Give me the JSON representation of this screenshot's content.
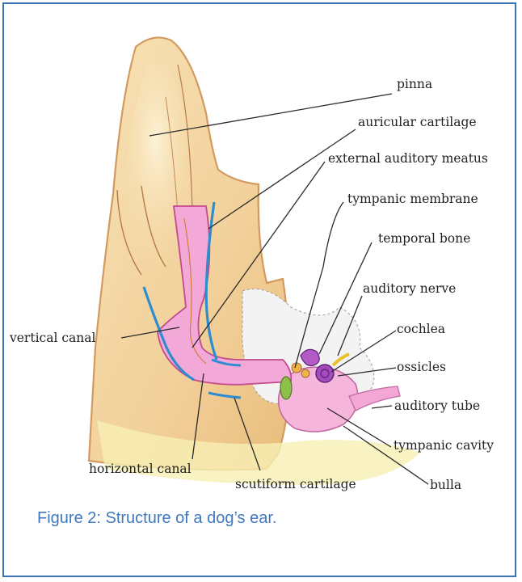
{
  "caption": "Figure 2: Structure of a dog’s ear.",
  "labels": {
    "pinna": "pinna",
    "auricular_cartilage": "auricular cartilage",
    "external_auditory_meatus": "external auditory meatus",
    "tympanic_membrane": "tympanic membrane",
    "temporal_bone": "temporal bone",
    "auditory_nerve": "auditory nerve",
    "cochlea": "cochlea",
    "ossicles": "ossicles",
    "auditory_tube": "auditory tube",
    "tympanic_cavity": "tympanic cavity",
    "bulla": "bulla",
    "vertical_canal": "vertical canal",
    "horizontal_canal": "horizontal canal",
    "scutiform_cartilage": "scutiform cartilage"
  },
  "colors": {
    "frame": "#3b72b6",
    "caption": "#3f78c2",
    "pinna_skin": "#f3d49b",
    "pinna_edge": "#d3975e",
    "canal": "#f2a7d5",
    "cartilage": "#2f8fd1",
    "bone": "#eeeeee",
    "cochlea": "#9b3fb7",
    "membrane": "#8fbf4a"
  }
}
